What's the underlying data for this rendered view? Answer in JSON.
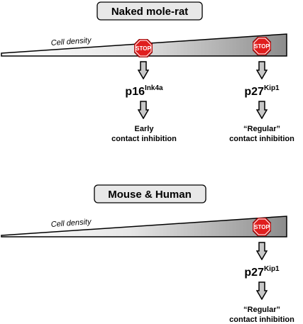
{
  "colors": {
    "stop_red": "#e01e1e",
    "arrow_fill": "#c8c8c8",
    "wedge_dark": "#8c8c8c",
    "title_box": "#e8e8e8"
  },
  "icons": [
    "stop-sign-icon",
    "down-arrow-icon"
  ],
  "panels": [
    {
      "title": "Naked mole-rat",
      "density_label": "Cell density",
      "stops": [
        {
          "sign_text": "STOP",
          "gene": "p16",
          "gene_sup": "Ink4a",
          "outcome_line1": "Early",
          "outcome_line2": "contact inhibition"
        },
        {
          "sign_text": "STOP",
          "gene": "p27",
          "gene_sup": "Kip1",
          "outcome_line1": "“Regular”",
          "outcome_line2": "contact inhibition"
        }
      ]
    },
    {
      "title": "Mouse & Human",
      "density_label": "Cell density",
      "stops": [
        {
          "sign_text": "STOP",
          "gene": "p27",
          "gene_sup": "Kip1",
          "outcome_line1": "“Regular”",
          "outcome_line2": "contact inhibition"
        }
      ]
    }
  ]
}
